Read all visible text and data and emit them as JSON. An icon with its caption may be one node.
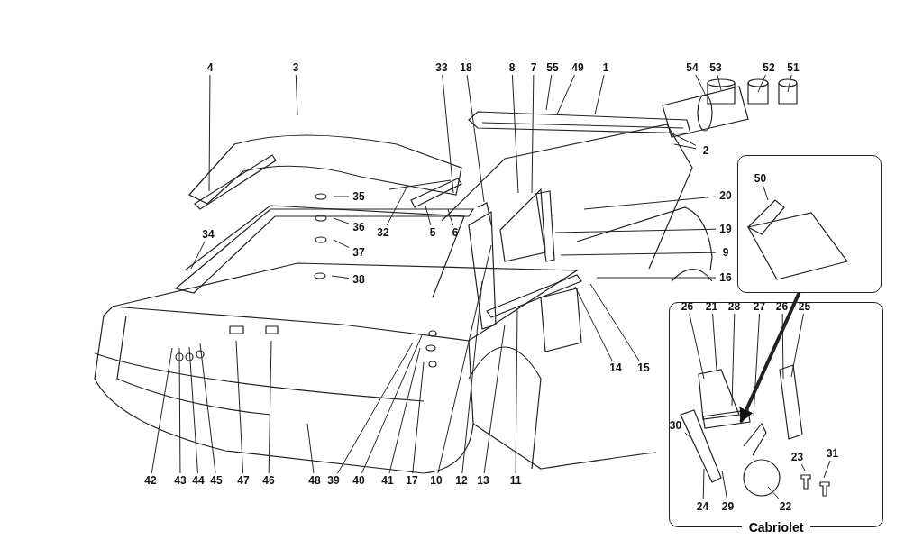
{
  "diagram": {
    "nodes": [
      {
        "text": [
          "4"
        ]
      },
      {
        "text": [
          "3"
        ]
      },
      {
        "text": [
          "33"
        ]
      },
      {
        "text": [
          "18"
        ]
      },
      {
        "text": [
          "8"
        ]
      },
      {
        "text": [
          "7"
        ]
      },
      {
        "text": [
          "55"
        ]
      },
      {
        "text": [
          "49"
        ]
      },
      {
        "text": [
          "1"
        ]
      },
      {
        "text": [
          "54"
        ]
      },
      {
        "text": [
          "53"
        ]
      },
      {
        "text": [
          "52"
        ]
      },
      {
        "text": [
          "51"
        ]
      },
      {
        "text": [
          "2"
        ]
      },
      {
        "text": [],
        "shape": "box"
      },
      {
        "text": [
          "50"
        ],
        "in": 14
      },
      {
        "text": [
          "20"
        ]
      },
      {
        "text": [
          "35"
        ]
      },
      {
        "text": [
          "36"
        ]
      },
      {
        "text": [
          "37"
        ]
      },
      {
        "text": [
          "38"
        ]
      },
      {
        "text": [
          "32"
        ]
      },
      {
        "text": [
          "5"
        ]
      },
      {
        "text": [
          "6"
        ]
      },
      {
        "text": [
          "34"
        ]
      },
      {
        "text": [
          "19"
        ]
      },
      {
        "text": [
          "9"
        ]
      },
      {
        "text": [
          "16"
        ]
      },
      {
        "text": [
          "Cabriolet"
        ]
      },
      {
        "text": [
          "26"
        ],
        "in": 28
      },
      {
        "text": [
          "21"
        ],
        "in": 28
      },
      {
        "text": [
          "28"
        ],
        "in": 28
      },
      {
        "text": [
          "27"
        ],
        "in": 28
      },
      {
        "text": [
          "26"
        ],
        "in": 28
      },
      {
        "text": [
          "25"
        ],
        "in": 28
      },
      {
        "text": [
          "30"
        ],
        "in": 28
      },
      {
        "text": [
          "23"
        ],
        "in": 28
      },
      {
        "text": [
          "31"
        ],
        "in": 28
      },
      {
        "text": [
          "24"
        ],
        "in": 28
      },
      {
        "text": [
          "29"
        ],
        "in": 28
      },
      {
        "text": [
          "22"
        ],
        "in": 28
      },
      {
        "text": [
          "14"
        ]
      },
      {
        "text": [
          "15"
        ]
      },
      {
        "text": [
          "42"
        ]
      },
      {
        "text": [
          "43"
        ]
      },
      {
        "text": [
          "44"
        ]
      },
      {
        "text": [
          "45"
        ]
      },
      {
        "text": [
          "47"
        ]
      },
      {
        "text": [
          "46"
        ]
      },
      {
        "text": [
          "48"
        ]
      },
      {
        "text": [
          "39"
        ]
      },
      {
        "text": [
          "40"
        ]
      },
      {
        "text": [
          "41"
        ]
      },
      {
        "text": [
          "17"
        ]
      },
      {
        "text": [
          "10"
        ]
      },
      {
        "text": [
          "12"
        ]
      },
      {
        "text": [
          "13"
        ]
      },
      {
        "text": [
          "11"
        ]
      }
    ],
    "edges": [
      {
        "from": 0,
        "to": null,
        "arrow": "none"
      },
      {
        "from": 1,
        "to": null,
        "arrow": "none"
      },
      {
        "from": 2,
        "to": null,
        "arrow": "none"
      },
      {
        "from": 3,
        "to": null,
        "arrow": "none"
      },
      {
        "from": 4,
        "to": null,
        "arrow": "none"
      },
      {
        "from": 5,
        "to": null,
        "arrow": "none"
      },
      {
        "from": 6,
        "to": null,
        "arrow": "none"
      },
      {
        "from": 7,
        "to": null,
        "arrow": "none"
      },
      {
        "from": 8,
        "to": null,
        "arrow": "none"
      },
      {
        "from": 9,
        "to": null,
        "arrow": "none"
      },
      {
        "from": 10,
        "to": null,
        "arrow": "none"
      },
      {
        "from": 11,
        "to": null,
        "arrow": "none"
      },
      {
        "from": 12,
        "to": null,
        "arrow": "none"
      },
      {
        "from": 13,
        "to": null,
        "arrow": "none"
      },
      {
        "from": 13,
        "to": null,
        "arrow": "none"
      },
      {
        "from": 14,
        "to": null,
        "arrow": "to",
        "style": "thick"
      },
      {
        "from": 15,
        "to": null,
        "arrow": "none"
      },
      {
        "from": 16,
        "to": null,
        "arrow": "none"
      },
      {
        "from": 17,
        "to": null,
        "arrow": "none"
      },
      {
        "from": 18,
        "to": null,
        "arrow": "none"
      },
      {
        "from": 19,
        "to": null,
        "arrow": "none"
      },
      {
        "from": 20,
        "to": null,
        "arrow": "none"
      },
      {
        "from": 21,
        "to": null,
        "arrow": "none"
      },
      {
        "from": 22,
        "to": null,
        "arrow": "none"
      },
      {
        "from": 23,
        "to": null,
        "arrow": "none"
      },
      {
        "from": 24,
        "to": null,
        "arrow": "none"
      },
      {
        "from": 25,
        "to": null,
        "arrow": "none"
      },
      {
        "from": 26,
        "to": null,
        "arrow": "none"
      },
      {
        "from": 27,
        "to": null,
        "arrow": "none"
      },
      {
        "from": 29,
        "to": null,
        "arrow": "none"
      },
      {
        "from": 30,
        "to": null,
        "arrow": "none"
      },
      {
        "from": 31,
        "to": null,
        "arrow": "none"
      },
      {
        "from": 32,
        "to": null,
        "arrow": "none"
      },
      {
        "from": 33,
        "to": null,
        "arrow": "none"
      },
      {
        "from": 34,
        "to": null,
        "arrow": "none"
      },
      {
        "from": 35,
        "to": null,
        "arrow": "none"
      },
      {
        "from": 36,
        "to": null,
        "arrow": "none"
      },
      {
        "from": 37,
        "to": null,
        "arrow": "none"
      },
      {
        "from": 38,
        "to": null,
        "arrow": "none"
      },
      {
        "from": 39,
        "to": null,
        "arrow": "none"
      },
      {
        "from": 40,
        "to": null,
        "arrow": "none"
      },
      {
        "from": 41,
        "to": null,
        "arrow": "none"
      },
      {
        "from": 42,
        "to": null,
        "arrow": "none"
      },
      {
        "from": 43,
        "to": null,
        "arrow": "none"
      },
      {
        "from": 44,
        "to": null,
        "arrow": "none"
      },
      {
        "from": 45,
        "to": null,
        "arrow": "none"
      },
      {
        "from": 46,
        "to": null,
        "arrow": "none"
      },
      {
        "from": 47,
        "to": null,
        "arrow": "none"
      },
      {
        "from": 48,
        "to": null,
        "arrow": "none"
      },
      {
        "from": 49,
        "to": null,
        "arrow": "none"
      },
      {
        "from": 50,
        "to": null,
        "arrow": "none"
      },
      {
        "from": 51,
        "to": null,
        "arrow": "none"
      },
      {
        "from": 52,
        "to": null,
        "arrow": "none"
      },
      {
        "from": 53,
        "to": null,
        "arrow": "none"
      },
      {
        "from": 54,
        "to": null,
        "arrow": "none"
      },
      {
        "from": 55,
        "to": null,
        "arrow": "none"
      },
      {
        "from": 56,
        "to": null,
        "arrow": "none"
      },
      {
        "from": 57,
        "to": null,
        "arrow": "none"
      }
    ]
  }
}
